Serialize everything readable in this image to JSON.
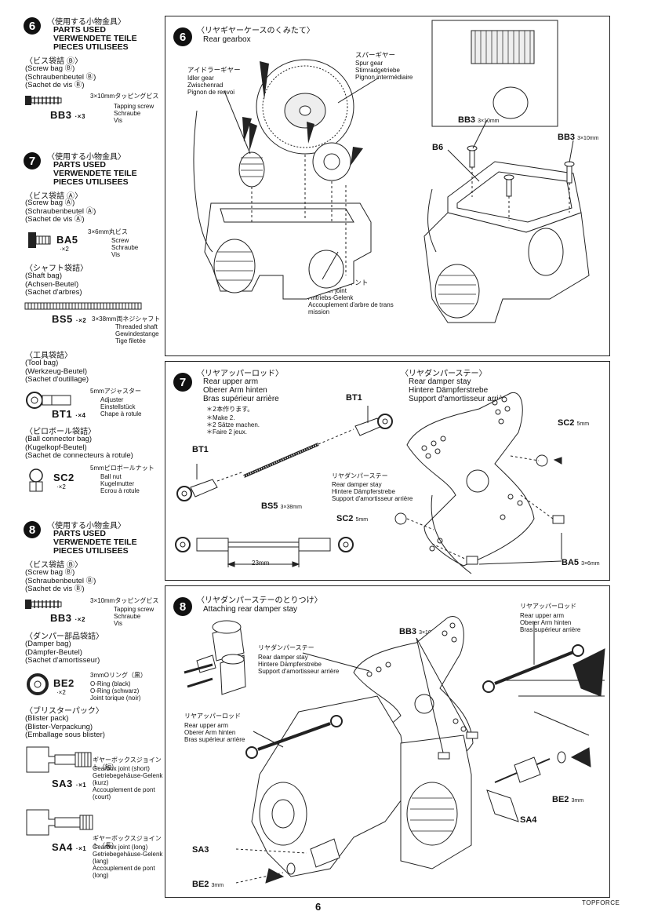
{
  "page_number": "6",
  "brand": "TOPFORCE",
  "sidebar": {
    "s6": {
      "step": "6",
      "heading_jp": "〈使用する小物金具〉",
      "heading": [
        "PARTS USED",
        "VERWENDETE TEILE",
        "PIECES UTILISEES"
      ],
      "bags": [
        {
          "jp": "〈ビス袋詰 Ⓑ〉",
          "lines": [
            "(Screw bag Ⓑ)",
            "(Schraubenbeutel Ⓑ)",
            "(Sachet de vis Ⓑ)"
          ],
          "parts": [
            {
              "code": "BB3",
              "qty": "·×3",
              "size_jp": "3×10mmタッピングビス",
              "desc": [
                "Tapping screw",
                "Schraube",
                "Vis"
              ]
            }
          ]
        }
      ]
    },
    "s7": {
      "step": "7",
      "heading_jp": "〈使用する小物金具〉",
      "heading": [
        "PARTS USED",
        "VERWENDETE TEILE",
        "PIECES UTILISEES"
      ],
      "bags": [
        {
          "jp": "〈ビス袋詰 Ⓐ〉",
          "lines": [
            "(Screw bag Ⓐ)",
            "(Schraubenbeutel Ⓐ)",
            "(Sachet de vis Ⓐ)"
          ],
          "parts": [
            {
              "code": "BA5",
              "qty": "·×2",
              "size_jp": "3×6mm丸ビス",
              "desc": [
                "Screw",
                "Schraube",
                "Vis"
              ]
            }
          ]
        },
        {
          "jp": "〈シャフト袋詰〉",
          "lines": [
            "(Shaft bag)",
            "(Achsen-Beutel)",
            "(Sachet d'arbres)"
          ],
          "parts": [
            {
              "code": "BS5",
              "qty": "·×2",
              "size_jp": "3×38mm両ネジシャフト",
              "desc": [
                "Threaded shaft",
                "Gewindestange",
                "Tige filetée"
              ]
            }
          ]
        },
        {
          "jp": "〈工具袋詰〉",
          "lines": [
            "(Tool bag)",
            "(Werkzeug-Beutel)",
            "(Sachet d'outillage)"
          ],
          "parts": [
            {
              "code": "BT1",
              "qty": "·×4",
              "size_jp": "5mmアジャスター",
              "desc": [
                "Adjuster",
                "Einstellstück",
                "Chape à rotule"
              ]
            }
          ]
        },
        {
          "jp": "〈ピロボール袋詰〉",
          "lines": [
            "(Ball connector bag)",
            "(Kugelkopf-Beutel)",
            "(Sachet de connecteurs à rotule)"
          ],
          "parts": [
            {
              "code": "SC2",
              "qty": "·×2",
              "size_jp": "5mmピロボールナット",
              "desc": [
                "Ball nut",
                "Kugelmutter",
                "Ecrou à rotule"
              ]
            }
          ]
        }
      ]
    },
    "s8": {
      "step": "8",
      "heading_jp": "〈使用する小物金具〉",
      "heading": [
        "PARTS USED",
        "VERWENDETE TEILE",
        "PIECES UTILISEES"
      ],
      "bags": [
        {
          "jp": "〈ビス袋詰 Ⓑ〉",
          "lines": [
            "(Screw bag Ⓑ)",
            "(Schraubenbeutel Ⓑ)",
            "(Sachet de vis Ⓑ)"
          ],
          "parts": [
            {
              "code": "BB3",
              "qty": "·×2",
              "size_jp": "3×10mmタッピングビス",
              "desc": [
                "Tapping screw",
                "Schraube",
                "Vis"
              ]
            }
          ]
        },
        {
          "jp": "〈ダンパー部品袋詰〉",
          "lines": [
            "(Damper bag)",
            "(Dämpfer-Beutel)",
            "(Sachet d'amortisseur)"
          ],
          "parts": [
            {
              "code": "BE2",
              "qty": "·×2",
              "size_jp": "3mmOリング（黒）",
              "desc": [
                "O-Ring (black)",
                "O-Ring (schwarz)",
                "Joint torique (noir)"
              ]
            }
          ]
        },
        {
          "jp": "〈ブリスターパック〉",
          "lines": [
            "(Blister pack)",
            "(Blister-Verpackung)",
            "(Emballage sous blister)"
          ],
          "parts": [
            {
              "code": "SA3",
              "qty": "·×1",
              "size_jp": "ギヤーボックスジョイント（短）",
              "desc": [
                "Gearbox joint (short)",
                "Getriebegehäuse-Gelenk",
                "(kurz)",
                "Accouplement de pont",
                "(court)"
              ]
            },
            {
              "code": "SA4",
              "qty": "·×1",
              "size_jp": "ギヤーボックスジョイント（長）",
              "desc": [
                "Gearbox joint (long)",
                "Getriebegehäuse-Gelenk",
                "(lang)",
                "Accouplement de pont",
                "(long)"
              ]
            }
          ]
        }
      ]
    }
  },
  "panel6": {
    "step": "6",
    "title_jp": "〈リヤギヤーケースのくみたて〉",
    "title": "Rear gearbox",
    "idler_jp": "アイドラーギヤー",
    "idler": [
      "Idler gear",
      "Zwischenrad",
      "Pignon de renvoi"
    ],
    "spur_jp": "スパーギヤー",
    "spur": [
      "Spur gear",
      "Stirnradgetriebe",
      "Pignon intermédiaire"
    ],
    "prop_jp": "プロペラジョイント",
    "prop": [
      "Propeller joint",
      "Antriebs-Gelenk",
      "Accouplement d'arbre de trans",
      "mission"
    ],
    "bb3": "BB3",
    "bb3_size": "3×10mm",
    "b6": "B6"
  },
  "panel7": {
    "step": "7",
    "upper_jp": "〈リヤアッパーロッド〉",
    "upper": [
      "Rear upper arm",
      "Oberer Arm hinten",
      "Bras supérieur arrière"
    ],
    "make_jp": "＊2本作ります。",
    "make": [
      "＊Make 2.",
      "＊2 Sätze machen.",
      "＊Faire 2 jeux."
    ],
    "stay_jp": "〈リヤダンパーステー〉",
    "stay": [
      "Rear damper stay",
      "Hintere Dämpferstrebe",
      "Support d'amortisseur arrière"
    ],
    "stay2_jp": "リヤダンパーステー",
    "bt1": "BT1",
    "bs5": "BS5",
    "bs5_size": "3×38mm",
    "sc2": "SC2",
    "sc2_size": "5mm",
    "ba5": "BA5",
    "ba5_size": "3×6mm",
    "length": "23mm"
  },
  "panel8": {
    "step": "8",
    "title_jp": "〈リヤダンパーステーのとりつけ〉",
    "title": "Attaching rear damper stay",
    "stay_jp": "リヤダンパーステー",
    "stay": [
      "Rear damper stay",
      "Hintere Dämpferstrebe",
      "Support d'amortisseur arrière"
    ],
    "upper_jp": "リヤアッパーロッド",
    "upper": [
      "Rear upper arm",
      "Oberer Arm hinten",
      "Bras supérieur arrière"
    ],
    "upper2_jp": "リヤアッパーロッド",
    "bb3": "BB3",
    "bb3_size": "3×10mm",
    "be2": "BE2",
    "be2_size": "3mm",
    "sa3": "SA3",
    "sa4": "SA4"
  }
}
